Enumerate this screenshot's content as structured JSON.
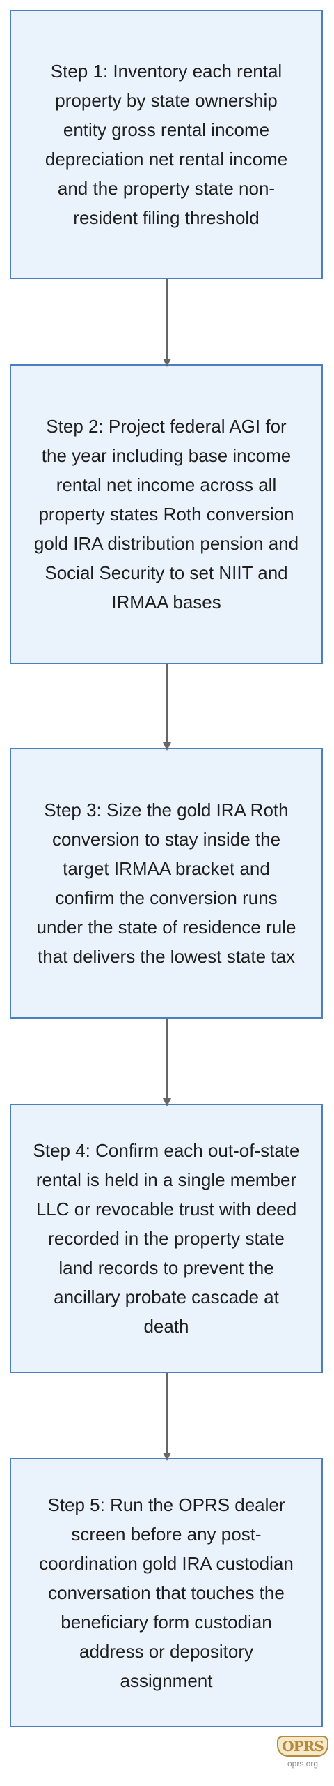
{
  "steps": [
    {
      "text": "Step 1: Inventory each rental property by state ownership entity gross rental income depreciation net rental income and the property state non-resident filing threshold"
    },
    {
      "text": "Step 2: Project federal AGI for the year including base income rental net income across all property states Roth conversion gold IRA distribution pension and Social Security to set NIIT and IRMAA bases"
    },
    {
      "text": "Step 3: Size the gold IRA Roth conversion to stay inside the target IRMAA bracket and confirm the conversion runs under the state of residence rule that delivers the lowest state tax"
    },
    {
      "text": "Step 4: Confirm each out-of-state rental is held in a single member LLC or revocable trust with deed recorded in the property state land records to prevent the ancillary probate cascade at death"
    },
    {
      "text": "Step 5: Run the OPRS dealer screen before any post-coordination gold IRA custodian conversation that touches the beneficiary form custodian address or depository assignment"
    }
  ],
  "logo": {
    "mark": "OPRS",
    "site": "oprs.org"
  },
  "colors": {
    "box_fill": "#eaf2fc",
    "box_border": "#4a7fc0",
    "arrow": "#666666",
    "logo_gold": "#b8893a"
  }
}
